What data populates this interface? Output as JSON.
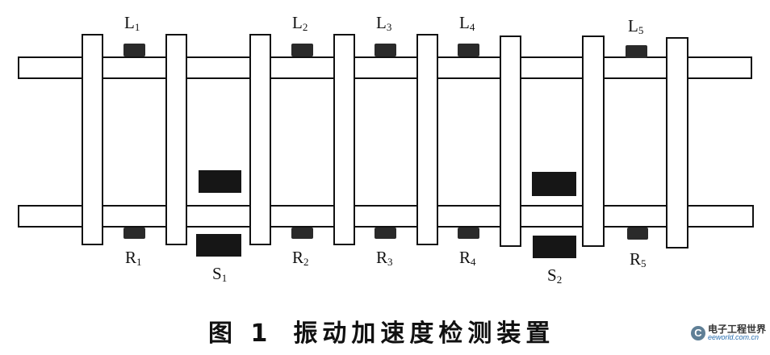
{
  "diagram": {
    "top_sensor_labels": [
      {
        "letter": "L",
        "index": "1"
      },
      {
        "letter": "L",
        "index": "2"
      },
      {
        "letter": "L",
        "index": "3"
      },
      {
        "letter": "L",
        "index": "4"
      },
      {
        "letter": "L",
        "index": "5"
      }
    ],
    "bottom_sensor_labels": [
      {
        "letter": "R",
        "index": "1"
      },
      {
        "letter": "R",
        "index": "2"
      },
      {
        "letter": "R",
        "index": "3"
      },
      {
        "letter": "R",
        "index": "4"
      },
      {
        "letter": "R",
        "index": "5"
      }
    ],
    "block_labels": [
      {
        "letter": "S",
        "index": "1"
      },
      {
        "letter": "S",
        "index": "2"
      }
    ]
  },
  "caption": {
    "figure": "图 1",
    "title": "振动加速度检测装置"
  },
  "watermark": {
    "mark": "C",
    "name": "电子工程世界",
    "url": "eeworld.com.cn"
  }
}
